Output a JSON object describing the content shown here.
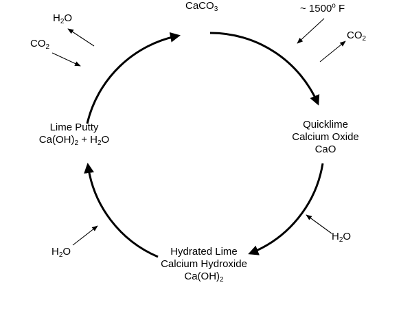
{
  "diagram": {
    "nodes": {
      "calcium_carbonate": {
        "base": "CaCO",
        "sub": "3"
      },
      "quicklime": {
        "line1": "Quicklime",
        "line2": "Calcium Oxide",
        "line3": "CaO"
      },
      "hydrated_lime": {
        "line1": "Hydrated Lime",
        "line2": "Calcium Hydroxide",
        "line3_base": "Ca(OH)",
        "line3_sub": "2"
      },
      "lime_putty": {
        "line1": "Lime Putty",
        "line2_base": "Ca(OH)",
        "line2_sub": "2",
        "line2_mid": " + H",
        "line2_sub2": "2",
        "line2_end": "O"
      }
    },
    "annotations": {
      "heat": {
        "prefix": "~ 1500",
        "sup": "o",
        "suffix": " F"
      },
      "co2_out": {
        "base": "CO",
        "sub": "2"
      },
      "h2o_in_right": {
        "base": "H",
        "sub": "2",
        "end": "O"
      },
      "h2o_in_bottom_left": {
        "base": "H",
        "sub": "2",
        "end": "O"
      },
      "co2_in_top_left": {
        "base": "CO",
        "sub": "2"
      },
      "h2o_out_top_left": {
        "base": "H",
        "sub": "2",
        "end": "O"
      }
    },
    "colors": {
      "stroke": "#000000",
      "background": "#ffffff"
    }
  }
}
